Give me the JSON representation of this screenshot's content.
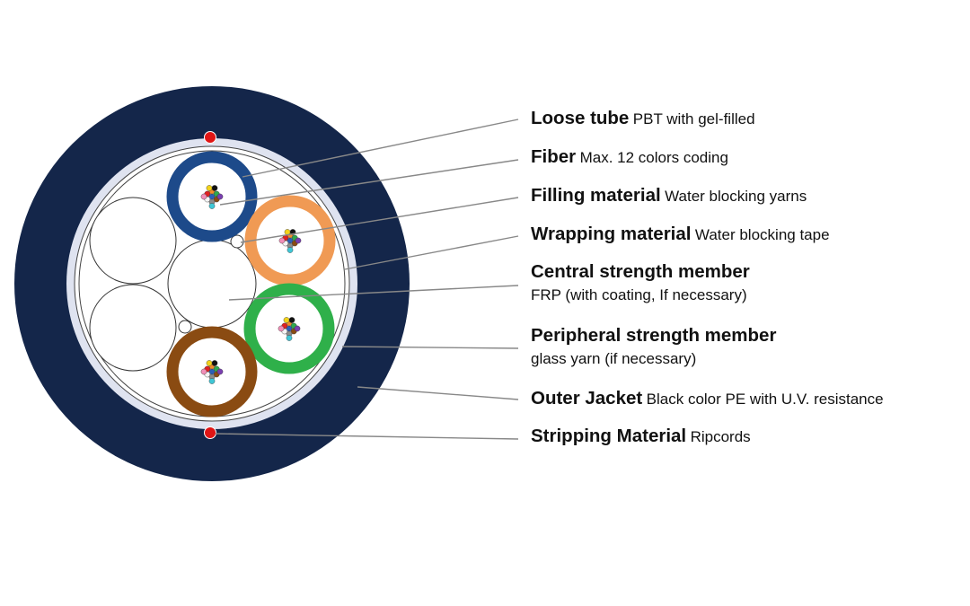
{
  "colors": {
    "jacket": "#14264a",
    "tape": "#dfe3f0",
    "tube_blue": "#1d4a8a",
    "tube_orange": "#f09a54",
    "tube_green": "#2fb04a",
    "tube_brown": "#8a4b12",
    "ripcord": "#e01515"
  },
  "icons": {
    "ripcord": "red-dot"
  },
  "labels": [
    {
      "title": "Loose tube",
      "desc": "PBT with gel-filled"
    },
    {
      "title": "Fiber",
      "desc": "Max. 12 colors coding"
    },
    {
      "title": "Filling material",
      "desc": "Water blocking yarns"
    },
    {
      "title": "Wrapping material",
      "desc": "Water blocking tape"
    },
    {
      "title": "Central strength member",
      "desc": "FRP (with coating, If necessary)"
    },
    {
      "title": "Peripheral strength member",
      "desc": "glass yarn (if necessary)"
    },
    {
      "title": "Outer Jacket",
      "desc": "Black color PE with U.V. resistance"
    },
    {
      "title": "Stripping Material",
      "desc": "Ripcords"
    }
  ]
}
